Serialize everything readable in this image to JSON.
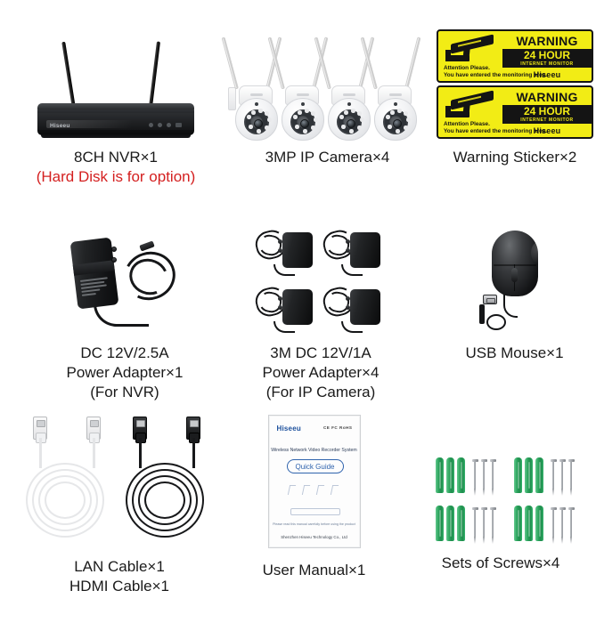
{
  "page": {
    "background": "#ffffff",
    "accent_red": "#d42020",
    "sticker_yellow": "#f2ec15",
    "anchor_green": "#2aa35c"
  },
  "items": [
    {
      "id": "nvr",
      "icon": "nvr-device-icon",
      "caption": "8CH NVR×1",
      "note": "(Hard Disk is for option)",
      "note_color": "#d42020",
      "brand": "Hiseeu"
    },
    {
      "id": "cameras",
      "icon": "ip-camera-icon",
      "caption": "3MP IP Camera×4",
      "count": 4
    },
    {
      "id": "stickers",
      "icon": "warning-sticker-icon",
      "caption": "Warning Sticker×2",
      "count": 2,
      "sticker": {
        "warning": "WARNING",
        "hours": "24 HOUR",
        "monitor": "INTERNET MONITOR",
        "brand": "Hiseeu",
        "line1": "Attention Please.",
        "line2": "You have entered the monitoring area."
      }
    },
    {
      "id": "psu-nvr",
      "icon": "power-adapter-icon",
      "caption_line1": "DC 12V/2.5A",
      "caption_line2": "Power Adapter×1",
      "caption_line3": "(For NVR)"
    },
    {
      "id": "psu-cameras",
      "icon": "power-adapter-multi-icon",
      "caption_line1": "3M DC 12V/1A",
      "caption_line2": "Power Adapter×4",
      "caption_line3": "(For IP Camera)",
      "count": 4
    },
    {
      "id": "mouse",
      "icon": "usb-mouse-icon",
      "caption": "USB Mouse×1"
    },
    {
      "id": "cables",
      "icon": "cable-icon",
      "caption_line1": "LAN Cable×1",
      "caption_line2": "HDMI Cable×1"
    },
    {
      "id": "manual",
      "icon": "user-manual-icon",
      "caption": "User Manual×1",
      "cover": {
        "brand": "Hiseeu",
        "certs": "CE FC RoHS",
        "system": "Wireless Network Video Recorder System",
        "title": "Quick Guide",
        "diagram_caption": "Please read this manual carefully before using the product",
        "company": "Shenzhen Hiseeu Technology Co., Ltd"
      }
    },
    {
      "id": "screws",
      "icon": "screw-set-icon",
      "caption": "Sets of Screws×4",
      "sets": 4,
      "per_set": {
        "anchors": 3,
        "screws": 3
      }
    }
  ]
}
